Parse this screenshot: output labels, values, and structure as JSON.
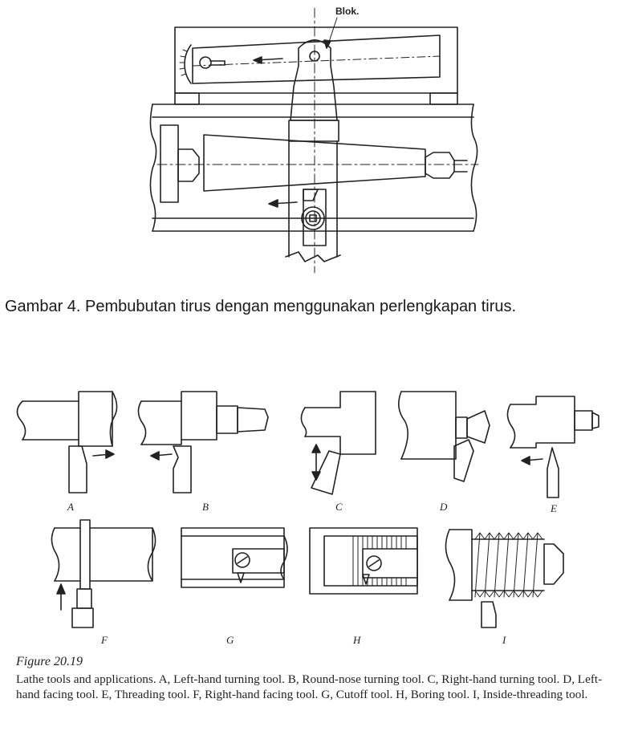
{
  "top_diagram": {
    "blok_label": "Blok.",
    "caption": "Gambar 4. Pembubutan tirus dengan menggunakan perlengkapan tirus."
  },
  "bottom_figure": {
    "panel_letters": [
      "A",
      "B",
      "C",
      "D",
      "E",
      "F",
      "G",
      "H",
      "I"
    ],
    "figure_title": "Figure 20.19",
    "figure_caption": "Lathe tools and applications. A, Left-hand turning tool. B, Round-nose turning tool. C, Right-hand turning tool. D, Left-hand facing tool. E, Threading tool. F, Right-hand facing tool. G, Cutoff tool. H, Boring tool. I, Inside-threading tool."
  }
}
